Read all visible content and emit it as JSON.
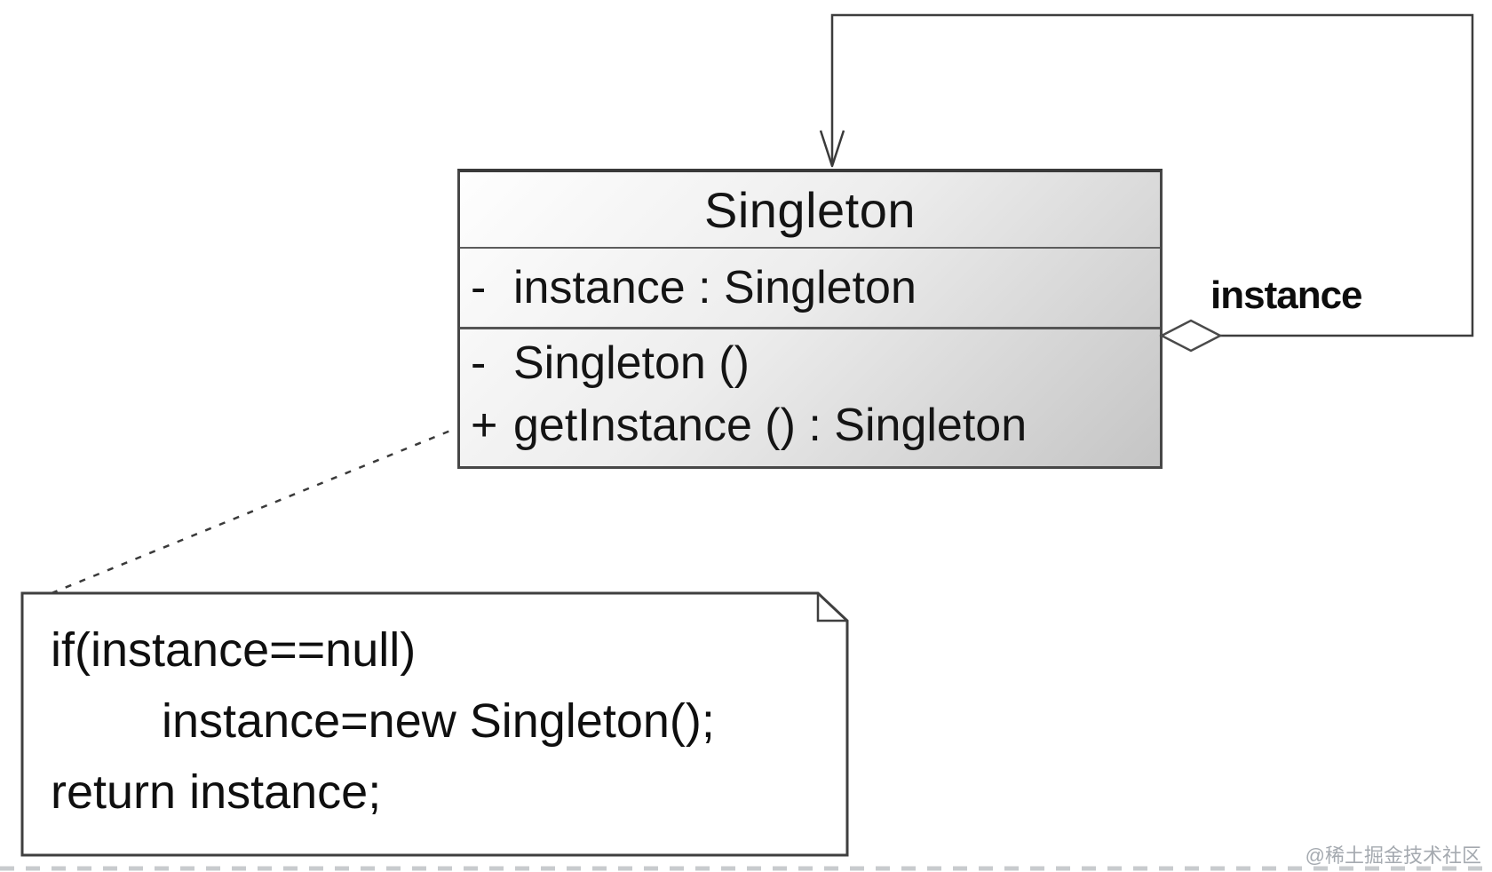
{
  "diagram": {
    "type": "uml-class-diagram",
    "class_box": {
      "name": "Singleton",
      "attributes": [
        {
          "visibility": "-",
          "text": "instance : Singleton"
        }
      ],
      "methods": [
        {
          "visibility": "-",
          "text": "Singleton ()"
        },
        {
          "visibility": "+",
          "text": "getInstance () : Singleton"
        }
      ]
    },
    "association": {
      "role_label": "instance"
    },
    "note": {
      "lines": [
        "if(instance==null)",
        "instance=new Singleton();",
        "return instance;"
      ]
    },
    "watermark": "@稀土掘金技术社区",
    "icons": {
      "aggregation_diamond": "hollow-diamond",
      "navigability_arrow": "open-v-arrow-down",
      "note_fold": "dog-ear-corner"
    },
    "colors": {
      "line": "#3d3d3d",
      "class_border": "#474747",
      "class_fill_light": "#fefefe",
      "class_fill_dark": "#c5c5c5",
      "note_fill": "#ffffff",
      "text": "#141414",
      "watermark": "#a5aab0",
      "artifact_strip": "#c8cbce"
    }
  }
}
